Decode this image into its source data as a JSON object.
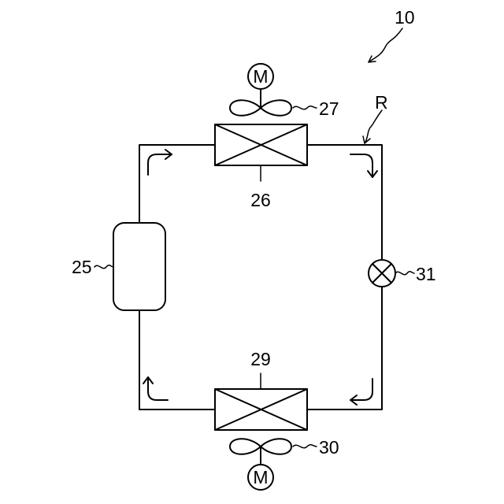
{
  "labels": {
    "system": "10",
    "refrigerant_circuit": "R",
    "compressor": "25",
    "condenser": "26",
    "condenser_fan": "27",
    "evaporator": "29",
    "evaporator_fan": "30",
    "expansion_valve": "31"
  },
  "motor_label": "M"
}
